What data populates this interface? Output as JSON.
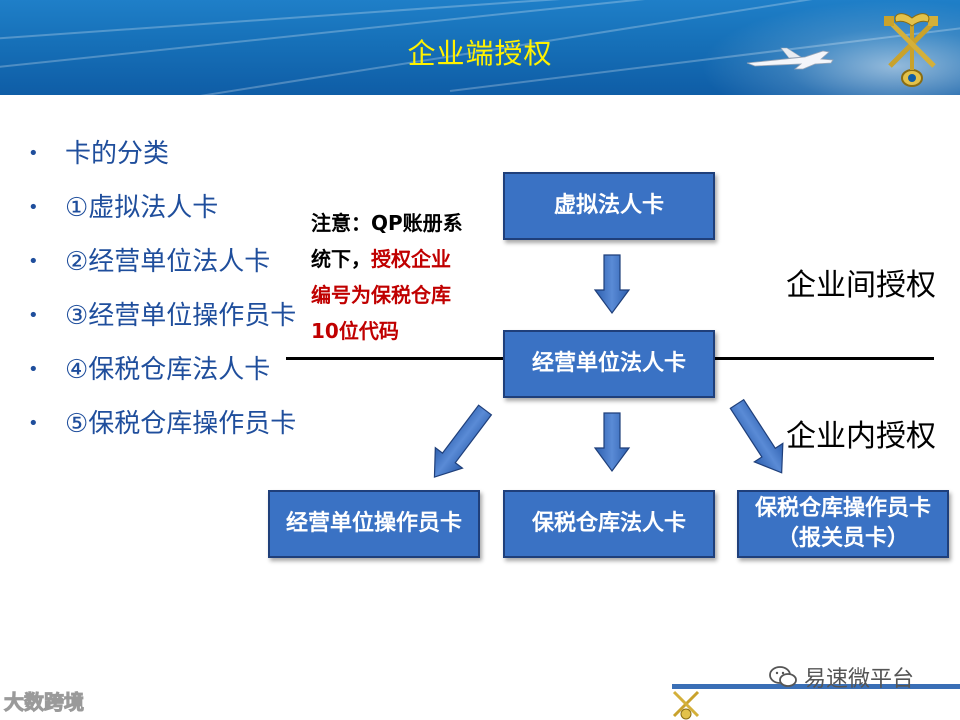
{
  "slide": {
    "title": "企业端授权"
  },
  "bullets": [
    {
      "text": "卡的分类"
    },
    {
      "text": "①虚拟法人卡"
    },
    {
      "text": "②经营单位法人卡"
    },
    {
      "text": "③经营单位操作员卡"
    },
    {
      "text": "④保税仓库法人卡"
    },
    {
      "text": "⑤保税仓库操作员卡"
    }
  ],
  "note": {
    "line1": "注意：QP账册系",
    "line2_black": "统下，",
    "line2_red": "授权企业",
    "line3": "编号为保税仓库",
    "line4": "10位代码"
  },
  "diagram": {
    "top_box": "虚拟法人卡",
    "middle_box": "经营单位法人卡",
    "bottom_boxes": [
      {
        "line1": "经营单位操作员卡",
        "line2": ""
      },
      {
        "line1": "保税仓库法人卡",
        "line2": ""
      },
      {
        "line1": "保税仓库操作员卡",
        "line2": "（报关员卡）"
      }
    ],
    "label_between": "企业间授权",
    "label_within": "企业内授权"
  },
  "colors": {
    "banner": "#1670b8",
    "title": "#fff200",
    "box_fill": "#3a72c4",
    "bullet_text": "#1f4e9c",
    "note_red": "#c00000"
  },
  "watermarks": {
    "left": "大数跨境",
    "right": "易速微平台"
  }
}
